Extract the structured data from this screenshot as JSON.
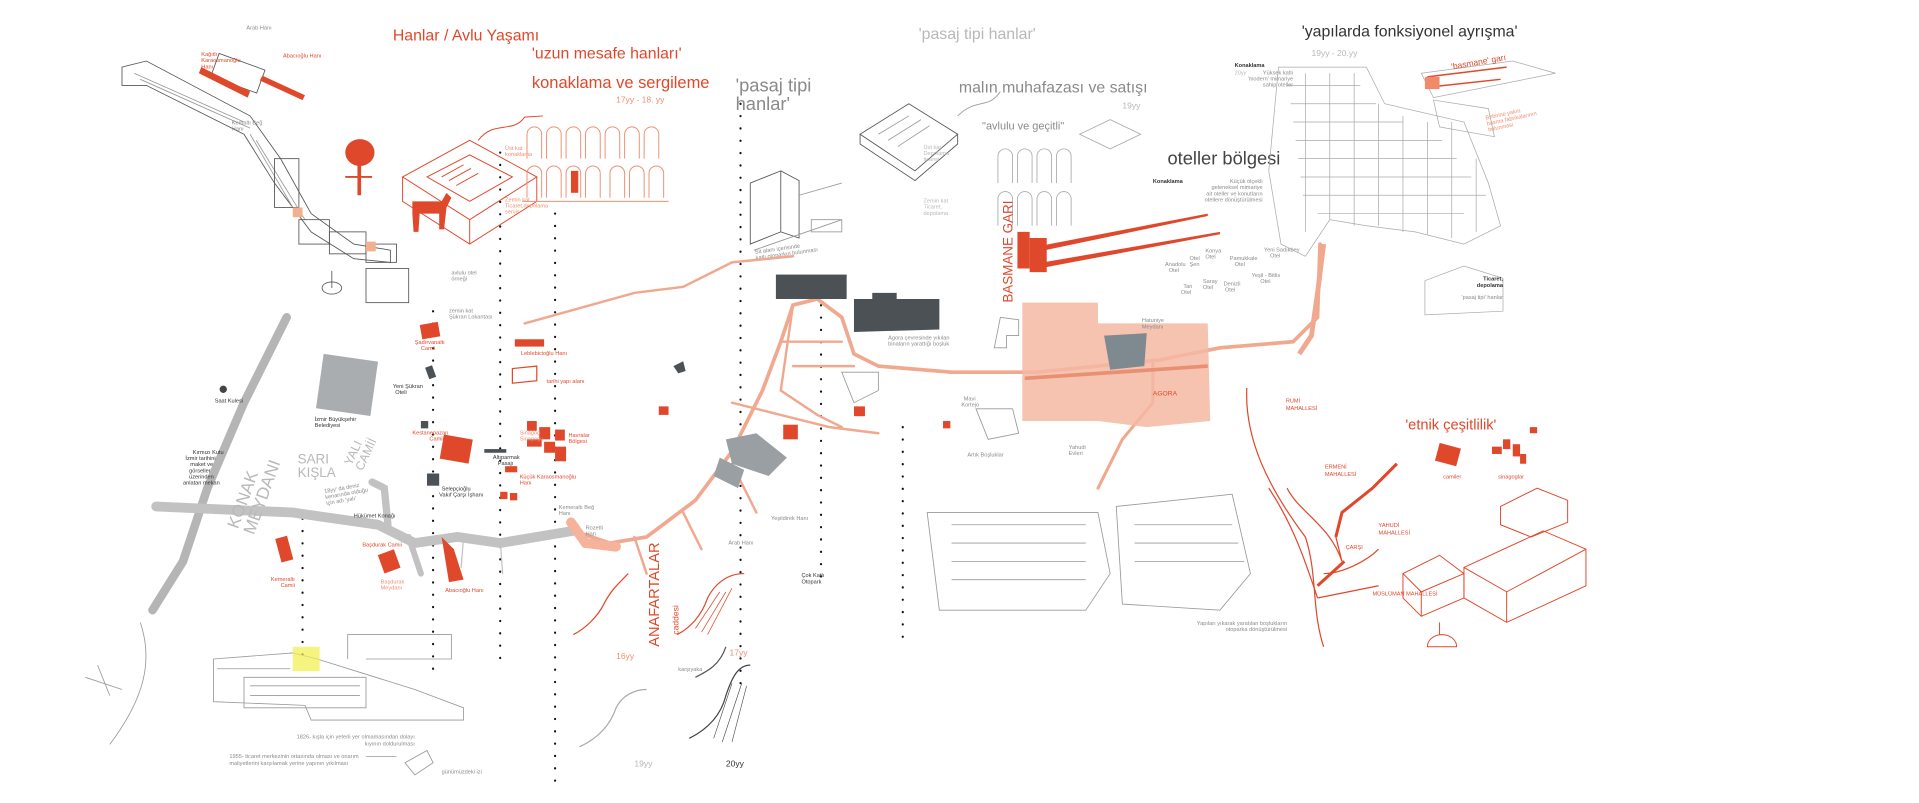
{
  "colors": {
    "accent": "#e0482b",
    "accent_light": "#ee8f72",
    "agora": "#f4b9a3",
    "street_gray": "#c4c4c4",
    "block_dark": "#4b5154"
  },
  "headings": {
    "hanlar": "Hanlar / Avlu Yaşamı",
    "uzun_mesafe": "'uzun mesafe hanları'",
    "konaklama_sergileme": "konaklama ve sergileme",
    "period_17_18": "17yy - 18. yy",
    "pasaj_top": "'pasaj tipi hanlar'",
    "pasaj_side_1": "'pasaj tipi",
    "pasaj_side_2": "hanlar'",
    "malin": "malın muhafazası ve satışı",
    "period_19": "19yy",
    "avlulu": "\"avlulu ve geçitli\"",
    "fonksiyonel": "'yapılarda fonksiyonel ayrışma'",
    "period_19_20": "19yy - 20.yy",
    "basmane_gari_small": "'basmane' garı",
    "oteller": "oteller bölgesi",
    "etnik": "'etnik çeşitlilik'"
  },
  "notes": {
    "ust_kat_1": "Üst kat",
    "ust_kat_1b": "konaklama",
    "zemin_kat_1": "Zemin kat",
    "zemin_kat_1b": "Ticaret,depolama",
    "zemin_kat_1c": "servis",
    "ust_kat_2": "Üst kat",
    "ust_kat_2b": "Depolama",
    "ust_kat_2c": "ticaret",
    "zemin_kat_2": "Zemin kat",
    "zemin_kat_2b": "Ticaret,",
    "zemin_kat_2c": "depolama",
    "sit_alani_1": "Sit alanı içerisinde",
    "sit_alani_2": "katlı otoparkın bulunması",
    "konaklama_a": "Konaklama",
    "konaklama_a_period": "20yy",
    "konaklama_a_1": "Yüksek katlı",
    "konaklama_a_2": "'modern' mimariye",
    "konaklama_a_3": "sahip oteller",
    "konaklama_b": "Konaklama",
    "konaklama_b_1": "Küçük ölçekli",
    "konaklama_b_2": "geleneksel mimariye",
    "konaklama_b_3": "ait oteller ve konutların",
    "konaklama_b_4": "otellere dönüştürülmesi",
    "fabrika_1": "Birbirine yakın",
    "fabrika_2": "basma fabrikalarının",
    "fabrika_3": "bulunması",
    "ticaret_1": "Ticaret,",
    "ticaret_2": "depolama",
    "ticaret_3": "'pasaj tipi' hanlar",
    "yapilari_1": "Yapıları yıkarak yaratılan boşlukların",
    "yapilari_2": "otoparka dönüştürülmesi",
    "kisla_1826_1": "1826- kışla için yeterli yer olmamasından dolayı",
    "kisla_1826_2": "kıyının doldurulması",
    "kisla_1955_1": "1955- ticaret merkezinin ortasında olması ve onarım",
    "kisla_1955_2": "maliyetlerini karşılamak yerine yapının yıkılması",
    "gunumuzdeki": "günümüzdeki izi",
    "yy16": "16yy",
    "yy17": "17yy",
    "yy19": "19yy",
    "yy20": "20yy",
    "karsiyaka": "karşıyaka"
  },
  "places": {
    "arab_hani_top": "Arab Hanı",
    "kagitli_1": "Kağıtlı",
    "kagitli_2": "Karaosmanoğlu",
    "kagitli_3": "Hanı",
    "abacioglu_top": "Abacıoğlu Hanı",
    "kemaltibeg_1": "Kemaltı Beğ",
    "kemaltibeg_2": "Hanı",
    "avlulu_otel_1": "avlulu otel",
    "avlulu_otel_2": "örneği",
    "zemin_sukran_1": "zemin kat",
    "zemin_sukran_2": "Şükran Lokantası",
    "sadirvanalti_1": "Şadırvanaltı",
    "sadirvanalti_2": "Camii",
    "leblebicioglu": "Leblebicioğlu Hanı",
    "tarihi": "tarihi yapı alanı",
    "saat_kulesi": "Saat Kulesi",
    "belediye_1": "İzmir Büyükşehir",
    "belediye_2": "Belediyesi",
    "yeni_sukran_1": "Yeni Şükran",
    "yeni_sukran_2": "Oteli",
    "kirmizi_1": "Kırmızı Kutu",
    "kirmizi_2": "İzmir tarihini",
    "kirmizi_3": "maket ve",
    "kirmizi_4": "görseller",
    "kirmizi_5": "üzerinden",
    "kirmizi_6": "anlatan mekan",
    "konak": "KONAK",
    "meydani": "MEYDANI",
    "sari": "SARI",
    "kisla": "KIŞLA",
    "yali": "YALI",
    "camii": "CAMİİ",
    "yali_note_1": "18yy' da deniz",
    "yali_note_2": "kenarında olduğu",
    "yali_note_3": "için adı 'yalı'",
    "kestanepazari_1": "Kestanepazarı",
    "kestanepazari_2": "Camii",
    "sinagog_1": "Sinagog",
    "sinagog_2": "Sinagogu",
    "havralar_1": "Havralar",
    "havralar_2": "Bölgesi",
    "altiparmak_1": "Altıparmak",
    "altiparmak_2": "Pasajı",
    "kucuk_1": "Küçük Karaosmanoğlu",
    "kucuk_2": "Hanı",
    "selepcioglu_1": "Selepçioğlu",
    "selepcioglu_2": "Vakıf Çarşı İşhanı",
    "hukumet": "Hükümet Konağı",
    "kemeralti_1": "Kemeraltı",
    "kemeralti_2": "Camii",
    "basdurak_camii": "Başdurak Camii",
    "basdurak_meydani_1": "Başdurak",
    "basdurak_meydani_2": "Meydanı",
    "abacioglu": "Abacıoğlu Hanı",
    "kemeraltibeg_1": "Kemeraltı Beğ",
    "kemeraltibeg_2": "Hanı",
    "rozetti_1": "Rozetti",
    "rozetti_2": "Han",
    "arab_hani": "Arab Hanı",
    "yesildirek": "Yeşildirek Hanı",
    "anafartalar": "ANAFARTALAR",
    "caddesi": "caddesi",
    "otopark_1": "Çok Katlı",
    "otopark_2": "Otopark",
    "agora_bosluk_1": "Agora çevresinde yıkılan",
    "agora_bosluk_2": "binaların yarattığı boşluk",
    "mavi_1": "Mavi",
    "mavi_2": "Kortejo",
    "artik": "Artık Boşluklar",
    "yahudi_evleri_1": "Yahudi",
    "yahudi_evleri_2": "Evleri",
    "hatuniye_1": "Hatuniye",
    "hatuniye_2": "Meydanı",
    "agora": "AGORA",
    "basmane_gari": "BASMANE GARI",
    "rumi_1": "RUMİ",
    "rumi_2": "MAHALLESİ",
    "ermeni_1": "ERMENİ",
    "ermeni_2": "MAHALLESİ",
    "yahudi_1": "YAHUDİ",
    "yahudi_2": "MAHALLESİ",
    "carsi": "ÇARŞI",
    "musluman": "MÜSLÜMAN MAHALLESİ",
    "camiler": "camiler",
    "sinagoglar": "sinagoglar"
  },
  "hotels": [
    {
      "l1": "Anadolu",
      "l2": "Otel"
    },
    {
      "l1": "Otel",
      "l2": "Şen"
    },
    {
      "l1": "Konya",
      "l2": "Otel"
    },
    {
      "l1": "Pamukkale",
      "l2": "Otel"
    },
    {
      "l1": "Yeni Sadıkbey",
      "l2": "Otel"
    },
    {
      "l1": "Tan",
      "l2": "Otel"
    },
    {
      "l1": "Saray",
      "l2": "Otel"
    },
    {
      "l1": "Denizli",
      "l2": "Otel"
    },
    {
      "l1": "Yeşil - Bitlis",
      "l2": "Otel"
    }
  ]
}
